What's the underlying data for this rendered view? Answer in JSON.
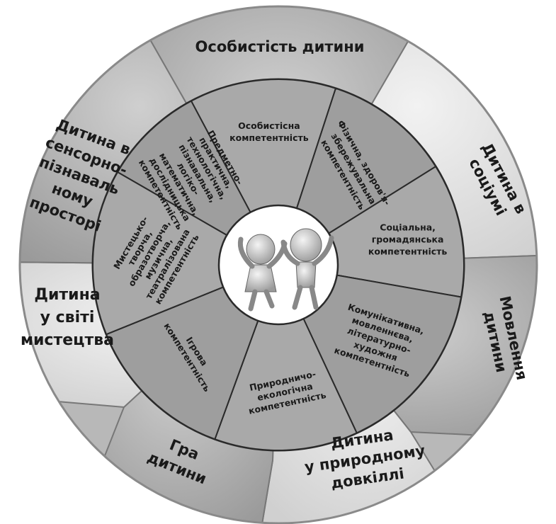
{
  "colors": {
    "outer_dark": "#a8a8a8",
    "outer_mid": "#c4c4c4",
    "outer_light": "#dcdcdc",
    "outer_white": "#ececec",
    "inner_fill": "#9e9e9e",
    "inner_fill_alt": "#a9a9a9",
    "divider": "#2a2a2a",
    "center": "#ffffff"
  },
  "outer_sectors": [
    {
      "id": "personality",
      "lines": [
        "Особистість дитини"
      ]
    },
    {
      "id": "society",
      "lines": [
        "Дитина в",
        "соціумі"
      ]
    },
    {
      "id": "speech",
      "lines": [
        "Мовлення",
        "дитини"
      ]
    },
    {
      "id": "nature",
      "lines": [
        "Дитина",
        "у природному",
        "довкіллі"
      ]
    },
    {
      "id": "play",
      "lines": [
        "Гра",
        "дитини"
      ]
    },
    {
      "id": "art",
      "lines": [
        "Дитина",
        "у світі",
        "мистецтва"
      ]
    },
    {
      "id": "sensory",
      "lines": [
        "Дитина в",
        "сенсорно-",
        "пізнаваль",
        "ному",
        "просторі"
      ]
    }
  ],
  "inner_sectors": [
    {
      "id": "personal",
      "lines": [
        "Особистісна",
        "компетентність"
      ]
    },
    {
      "id": "physical",
      "lines": [
        "Фізична, здоров'я-",
        "збережувальна",
        "компетентність"
      ]
    },
    {
      "id": "social",
      "lines": [
        "Соціальна,",
        "громадянська",
        "компетентність"
      ]
    },
    {
      "id": "communicative",
      "lines": [
        "Комунікативна,",
        "мовленнєва,",
        "літературно-",
        "художня",
        "компетентність"
      ]
    },
    {
      "id": "ecological",
      "lines": [
        "Природничо-",
        "екологічна",
        "компетентність"
      ]
    },
    {
      "id": "game",
      "lines": [
        "Ігрова",
        "компетентність"
      ]
    },
    {
      "id": "artistic",
      "lines": [
        "Мистецько-",
        "творча,",
        "образотворча,",
        "музична,",
        "театралізована",
        "компетентність"
      ]
    },
    {
      "id": "subject",
      "lines": [
        "Предметно-",
        "практична,",
        "технологічна,",
        "пізнавальна,",
        "логіко-",
        "математична,",
        "дослідницька",
        "компетентність"
      ]
    }
  ],
  "center": {
    "figure_names": [
      "child-figure-girl",
      "child-figure-boy"
    ]
  }
}
